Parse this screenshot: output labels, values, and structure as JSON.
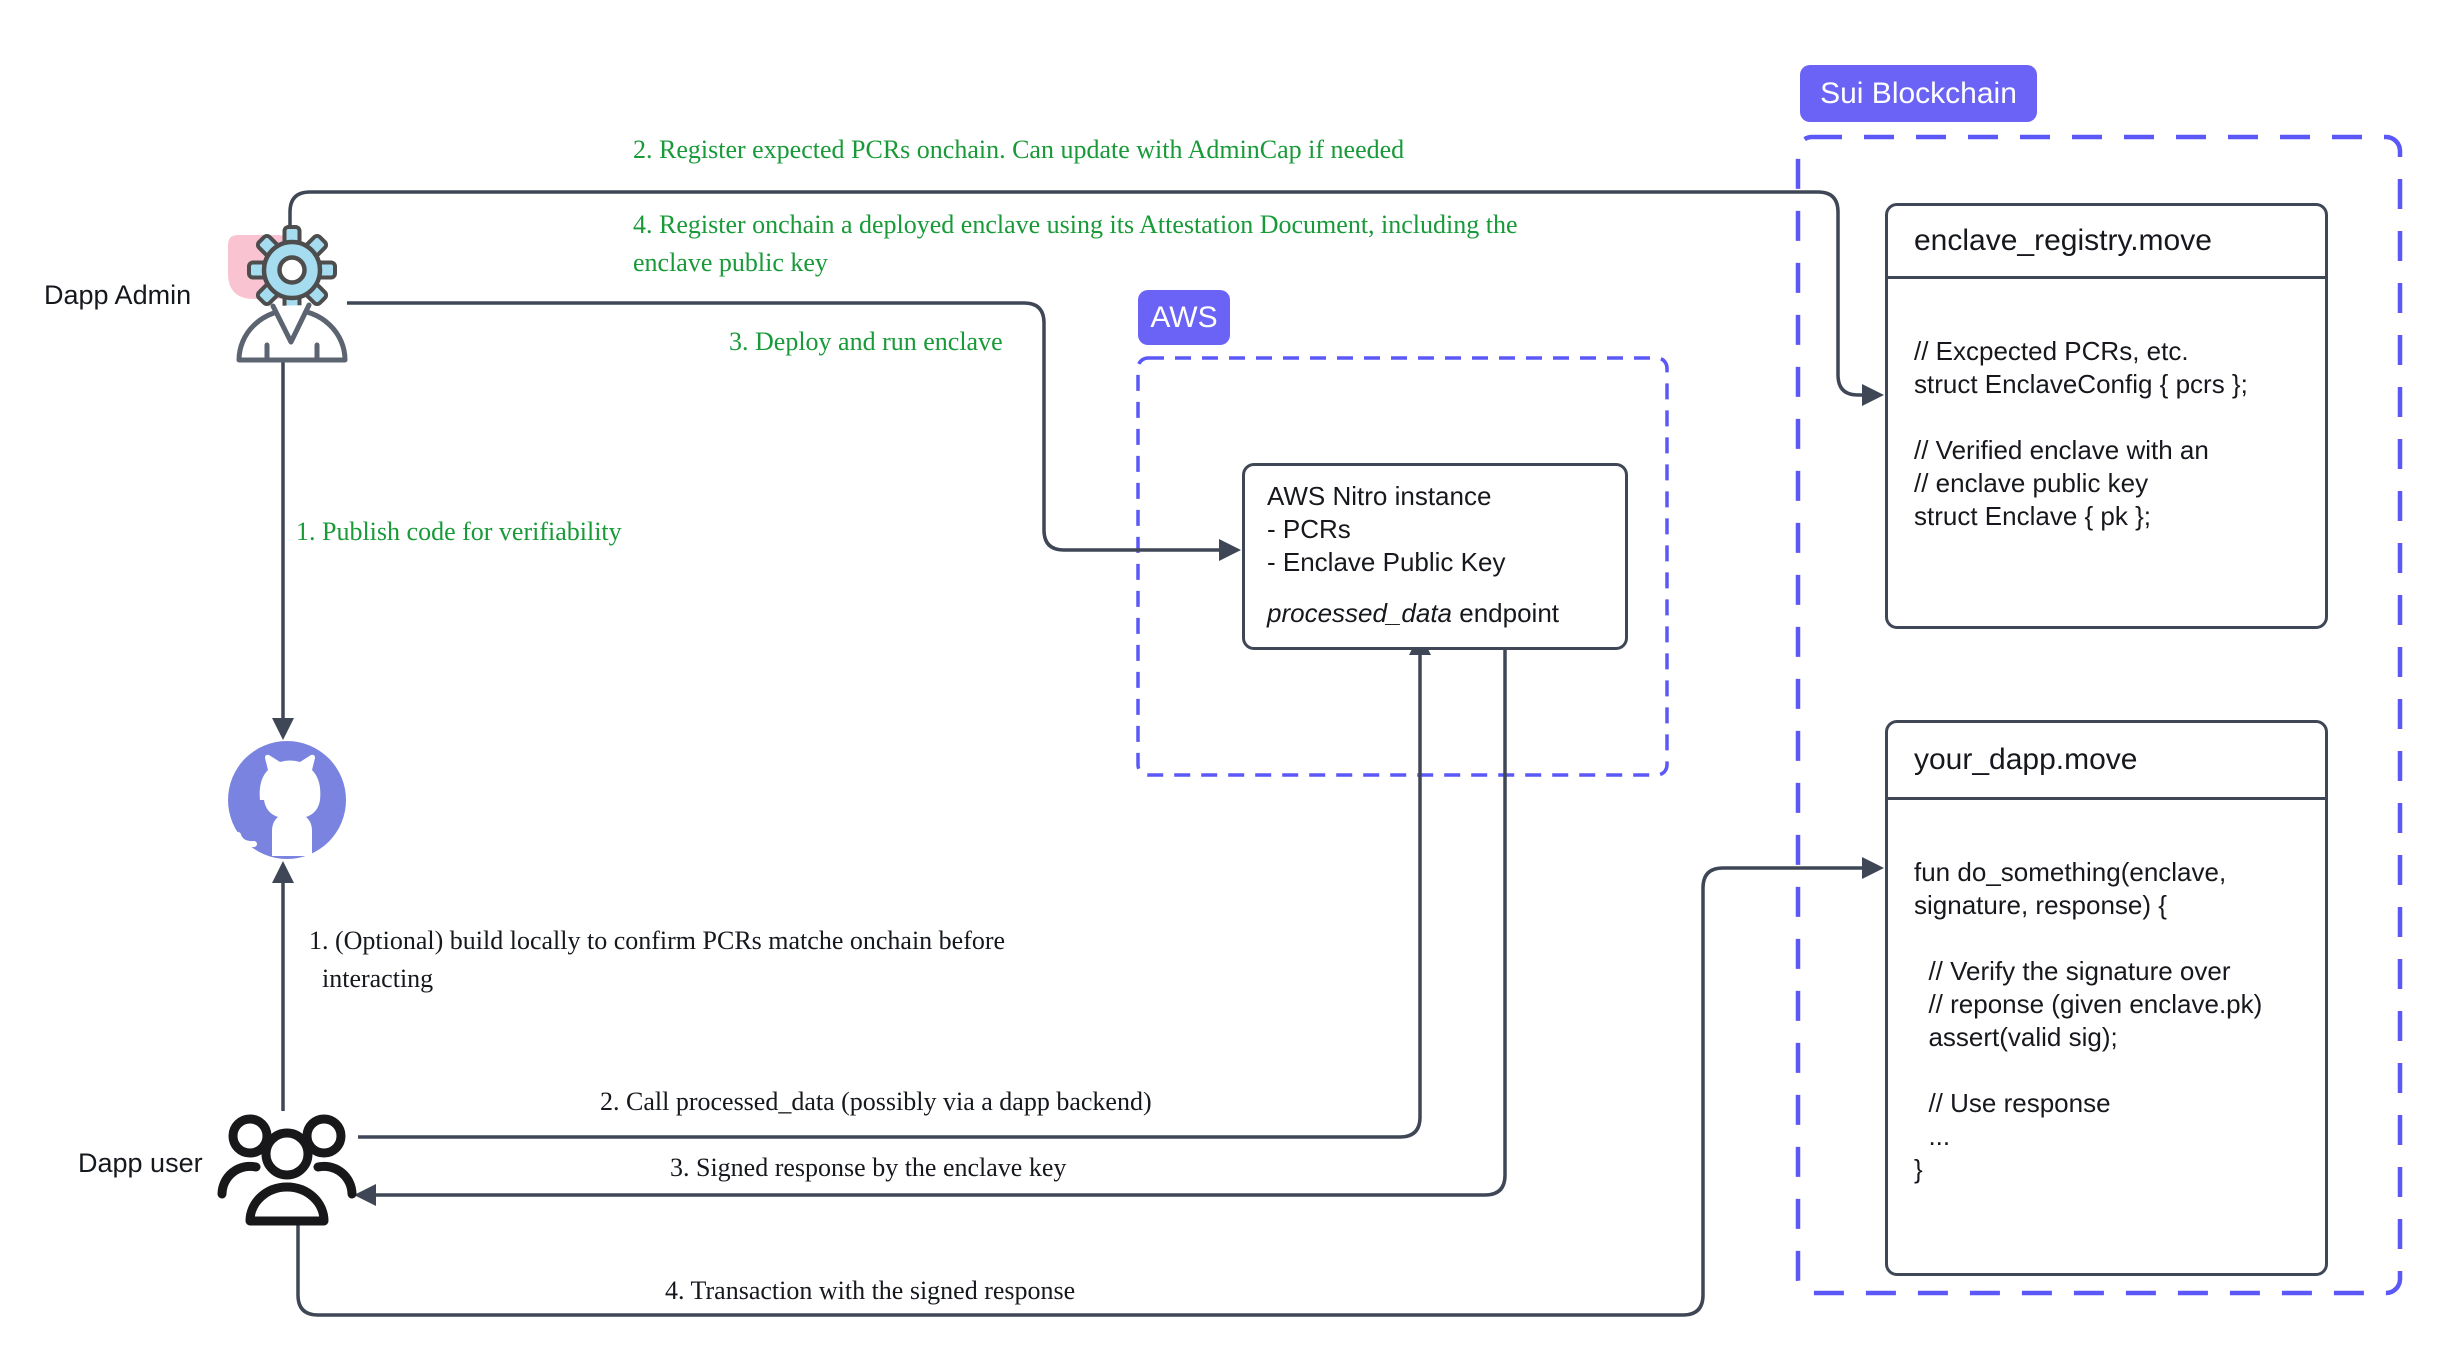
{
  "actors": {
    "admin_label": "Dapp Admin",
    "user_label": "Dapp user"
  },
  "badges": {
    "aws": "AWS",
    "sui": "Sui Blockchain"
  },
  "admin_steps": {
    "publish": "1. Publish code for verifiability",
    "register_pcrs": "2. Register expected PCRs onchain. Can update with AdminCap if needed",
    "deploy": "3. Deploy and run enclave",
    "register_enclave": "4. Register onchain a deployed enclave using its Attestation Document, including the\nenclave public key"
  },
  "user_steps": {
    "build": "1. (Optional) build locally to confirm PCRs matche onchain before\n  interacting",
    "call": "2. Call processed_data (possibly via a dapp backend)",
    "signed": "3. Signed response by the enclave key",
    "transaction": "4. Transaction with the signed response"
  },
  "nitro_box": {
    "lines": "AWS Nitro instance\n- PCRs\n- Enclave Public Key",
    "endpoint_name": "processed_data",
    "endpoint_suffix": " endpoint"
  },
  "registry_box": {
    "title": "enclave_registry.move",
    "code": "// Excpected PCRs, etc.\nstruct EnclaveConfig { pcrs };\n\n// Verified enclave with an\n// enclave public key\nstruct Enclave { pk };"
  },
  "dapp_box": {
    "title": "your_dapp.move",
    "code": "fun do_something(enclave,\nsignature, response) {\n\n  // Verify the signature over\n  // reponse (given enclave.pk)\n  assert(valid sig);\n\n  // Use response\n  ...\n}"
  },
  "icons": {
    "admin": [
      "gear-icon",
      "person-icon"
    ],
    "repository": "github-octocat-icon",
    "user": "people-group-icon"
  },
  "colors": {
    "accent_purple": "#6a63f6",
    "dashed_border": "#5b58f7",
    "annotation_green": "#189a38",
    "connector_dark": "#3f4756",
    "github_circle": "#7a84e0",
    "gear_fill": "#a6dcf0",
    "gear_backdrop_pink": "#f9c3d2"
  }
}
